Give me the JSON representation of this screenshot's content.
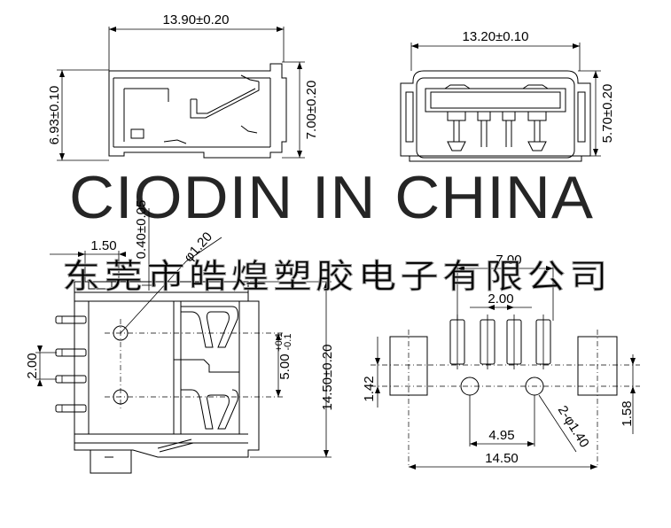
{
  "watermark": {
    "english": "CIODIN IN CHINA",
    "chinese": "东莞市皓煌塑胶电子有限公司"
  },
  "side_view": {
    "width": "13.90±0.20",
    "height_left": "6.93±0.10",
    "height_right": "7.00±0.20"
  },
  "front_view": {
    "width": "13.20±0.10",
    "height": "5.70±0.20"
  },
  "top_view": {
    "offset": "1.50",
    "thickness": "0.40±0.05",
    "hole_dia": "φ1.20",
    "pin_pitch": "2.00",
    "slot_width_base": "5.00",
    "slot_tol_plus": "+0.1",
    "slot_tol_minus": "-0.1",
    "length": "14.50±0.20"
  },
  "footprint": {
    "pad_span": "7.00",
    "pad_pitch": "2.00",
    "hole_spacing": "4.95",
    "overall_width": "14.50",
    "left_height": "1.42",
    "right_height": "1.58",
    "holes": "2-φ1.40"
  }
}
